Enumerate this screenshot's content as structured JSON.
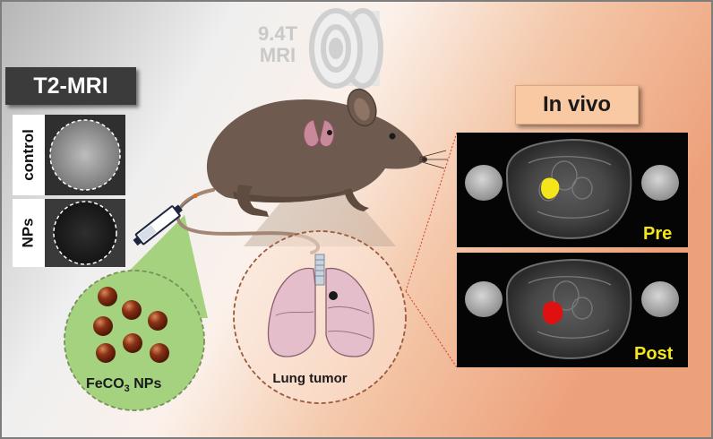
{
  "mri": {
    "field": "9.4T",
    "label": "MRI",
    "icon": "mri-scanner-icon"
  },
  "t2_panel": {
    "title": "T2-MRI",
    "rows": [
      "control",
      "NPs"
    ]
  },
  "invivo_panel": {
    "title": "In vivo",
    "scans": [
      "Pre",
      "Post"
    ]
  },
  "lung": {
    "label": "Lung tumor"
  },
  "particles": {
    "label_prefix": "FeCO",
    "label_subscript": "3",
    "label_suffix": " NPs"
  },
  "colors": {
    "background_left": "#b5b5b5",
    "background_right": "#eda17b",
    "mouse": "#6e5a4e",
    "t2_label": "#3b3b3b",
    "invivo_label": "#f9c9a3",
    "nanoparticle_zone": "#a5d27f",
    "nanoparticle": "#8b3215",
    "tumor_pre": "#f4e61a",
    "tumor_post": "#e11010",
    "scan_text": "#f4e61a"
  }
}
